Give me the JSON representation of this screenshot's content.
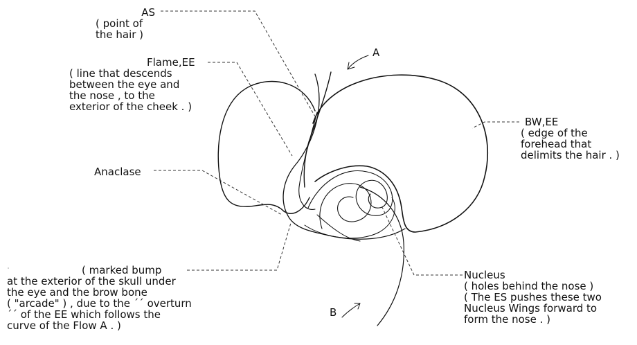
{
  "labels": {
    "as": {
      "title": "AS",
      "lines": [
        "( point of",
        "the hair )"
      ]
    },
    "flame": {
      "title": "Flame,EE",
      "lines": [
        "( line that descends",
        "between the eye and",
        "the nose , to the",
        "exterior of the cheek . )"
      ]
    },
    "anaclase": {
      "title": "Anaclase"
    },
    "bump": {
      "lines": [
        "( marked bump",
        "at the exterior of the skull under",
        "the eye and the brow bone",
        "( \"arcade\" ) , due to the ´´ overturn",
        "´´ of the EE which follows the",
        "curve of the Flow A . )"
      ]
    },
    "bw": {
      "title": "BW,EE",
      "lines": [
        "( edge of the",
        "forehead that",
        "delimits the hair . )"
      ]
    },
    "nucleus": {
      "title": "Nucleus",
      "lines": [
        "( holes behind the nose )",
        "( The ES pushes these two",
        "Nucleus Wings forward to",
        "form the nose . )"
      ]
    },
    "flow_a": {
      "title": "A"
    },
    "flow_b": {
      "title": "B"
    }
  },
  "colors": {
    "ink": "#111111",
    "leader": "#333333",
    "background": "#ffffff"
  }
}
